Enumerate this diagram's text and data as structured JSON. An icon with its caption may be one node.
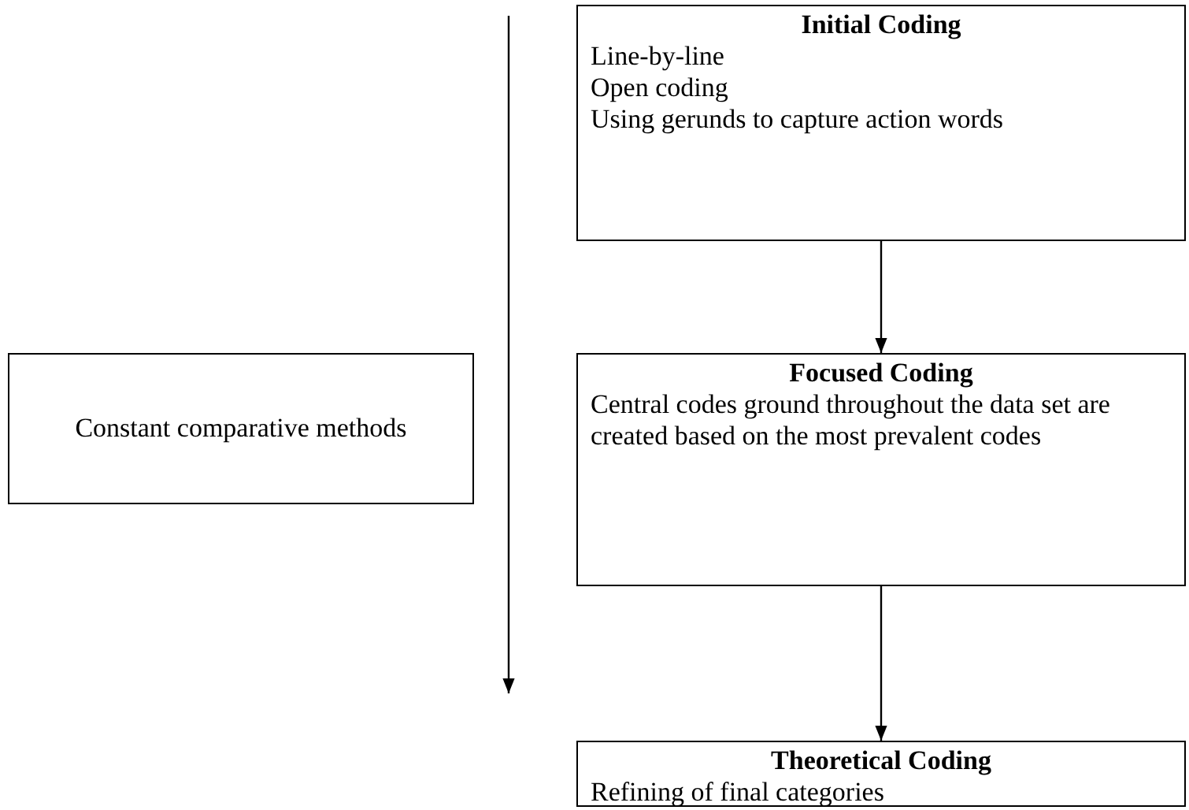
{
  "diagram": {
    "nodes": [
      {
        "text": [
          "Initial Coding",
          "Line-by-line",
          "Open coding",
          "Using gerunds to capture action words"
        ]
      },
      {
        "text": [
          "Constant comparative methods"
        ]
      },
      {
        "text": [
          "Focused Coding",
          "Central codes ground throughout the data set are created based on the most prevalent codes"
        ]
      },
      {
        "text": [
          "Theoretical Coding",
          "Refining of final categories"
        ]
      }
    ],
    "edges": [
      {
        "from": 0,
        "to": 2,
        "arrow": "to"
      },
      {
        "from": 2,
        "to": 3,
        "arrow": "to"
      }
    ]
  }
}
